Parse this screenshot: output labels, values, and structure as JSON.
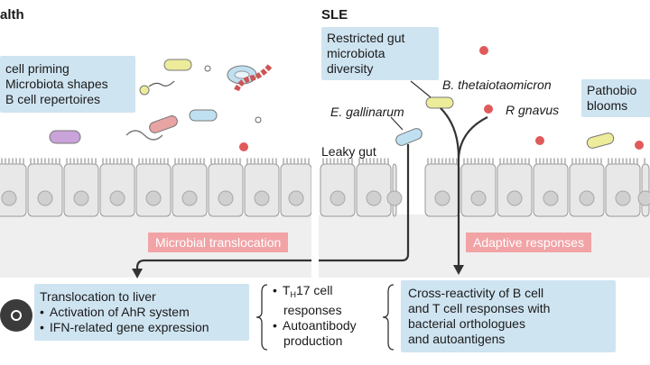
{
  "health": {
    "title": "alth",
    "box_lines": [
      "cell priming",
      "Microbiota shapes",
      "B cell repertoires"
    ],
    "translocation_label": "Microbial translocation"
  },
  "sle": {
    "title": "SLE",
    "restricted_box": [
      "Restricted gut",
      "microbiota",
      "diversity"
    ],
    "b_theta": "B. thetaiotaomicron",
    "e_gallinarum": "E. gallinarum",
    "r_gnavus": "R gnavus",
    "pathobiont": [
      "Pathobio",
      "blooms"
    ],
    "leaky_gut": "Leaky gut",
    "adaptive_label": "Adaptive responses"
  },
  "bottom": {
    "liver_box": {
      "title": "Translocation to liver",
      "bullets": [
        "Activation of AhR system",
        "IFN-related gene expression"
      ]
    },
    "middle": {
      "th_prefix": "T",
      "th_sub": "H",
      "th_suffix": "17 cell",
      "responses": "responses",
      "autoantibody": "Autoantibody",
      "production": "production"
    },
    "cross_box": [
      "Cross-reactivity of B cell",
      "and T cell responses with",
      "bacterial orthologues",
      "and autoantigens"
    ]
  },
  "colors": {
    "blue_box": "#cfe4f1",
    "pink_label": "#f2a3a6",
    "cell_fill": "#e8e8e8",
    "bacteria_red": "#e05a5a"
  }
}
